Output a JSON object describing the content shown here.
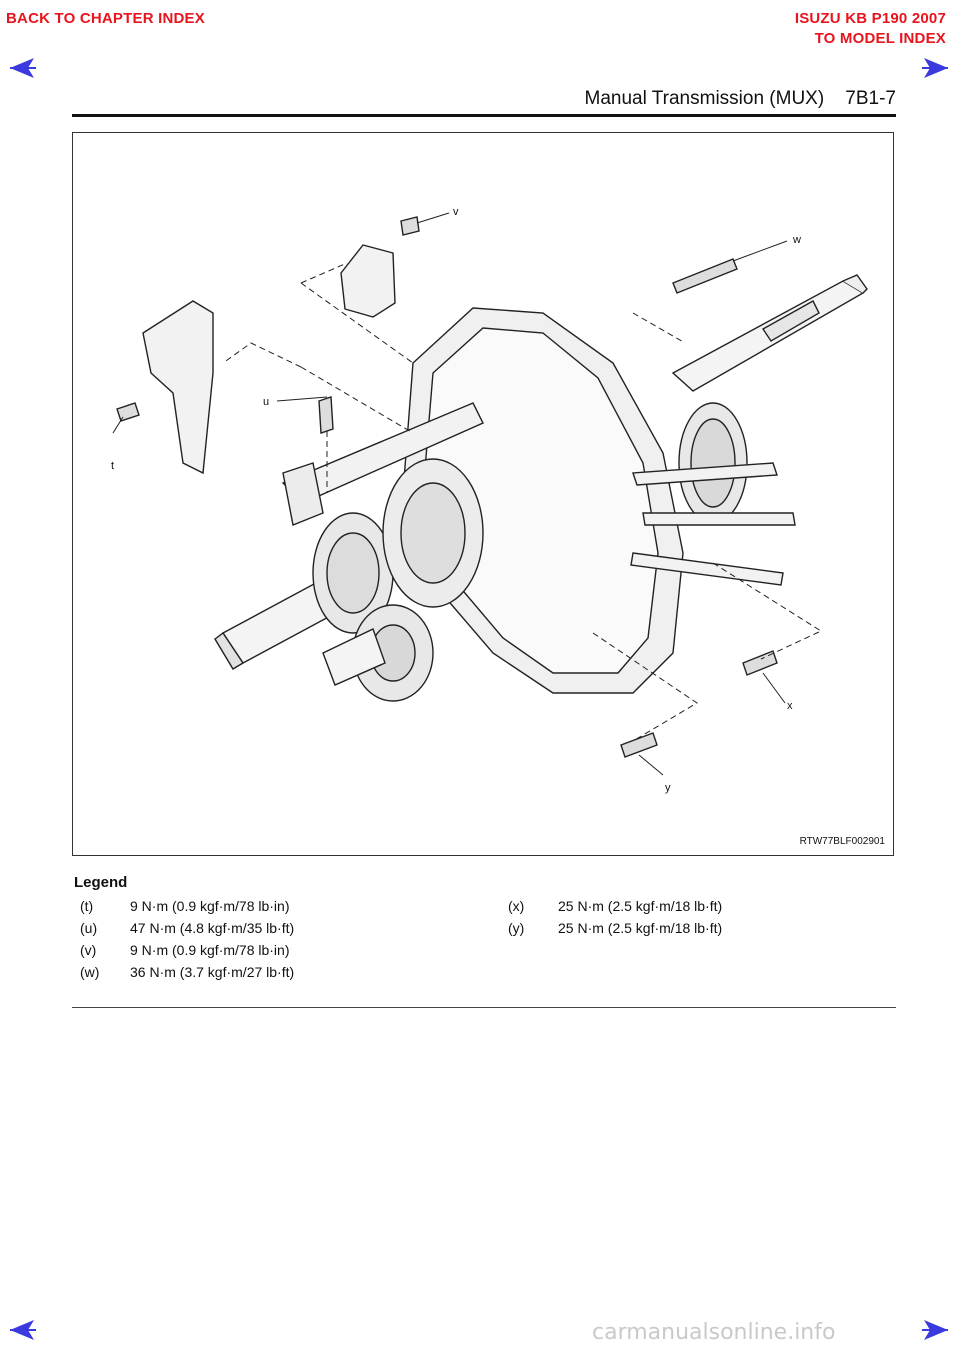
{
  "nav": {
    "back_to_chapter": "BACK TO CHAPTER INDEX",
    "model_title": "ISUZU KB P190 2007",
    "to_model_index": "TO MODEL INDEX",
    "link_color": "#e8141e",
    "arrow_color": "#3a3adf",
    "arrow_icons": [
      "left-arrow-icon",
      "right-arrow-icon"
    ]
  },
  "header": {
    "title": "Manual Transmission (MUX)",
    "page_number": "7B1-7"
  },
  "figure": {
    "code": "RTW77BLF002901",
    "callouts": {
      "t": "t",
      "u": "u",
      "v": "v",
      "w": "w",
      "x": "x",
      "y": "y"
    }
  },
  "legend": {
    "title": "Legend",
    "items": [
      {
        "key": "(t)",
        "value": "9 N·m (0.9 kgf·m/78 lb·in)"
      },
      {
        "key": "(u)",
        "value": "47 N·m (4.8 kgf·m/35 lb·ft)"
      },
      {
        "key": "(v)",
        "value": "9 N·m (0.9 kgf·m/78 lb·in)"
      },
      {
        "key": "(w)",
        "value": "36 N·m (3.7 kgf·m/27 lb·ft)"
      },
      {
        "key": "(x)",
        "value": "25 N·m (2.5 kgf·m/18 lb·ft)"
      },
      {
        "key": "(y)",
        "value": "25 N·m (2.5 kgf·m/18 lb·ft)"
      }
    ]
  },
  "watermark": "carmanualsonline.info"
}
